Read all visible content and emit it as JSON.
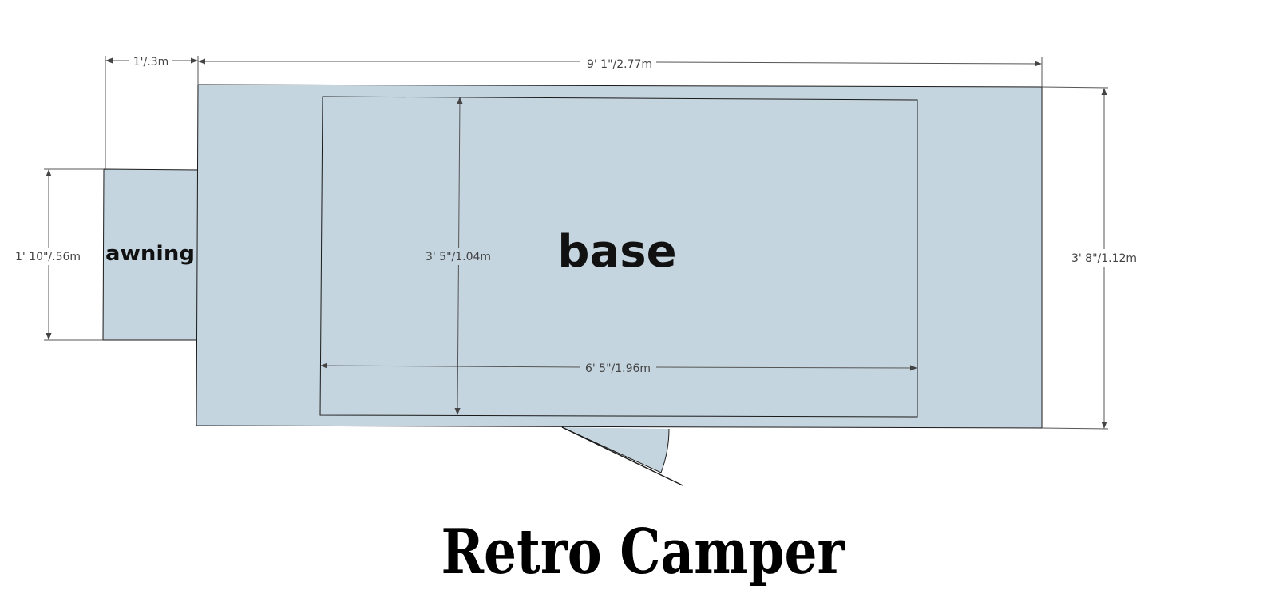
{
  "title": "Retro Camper",
  "labels": {
    "base": "base",
    "awning": "awning"
  },
  "dimensions": {
    "awning_depth": "1'/.3m",
    "overall_length": "9' 1\"/2.77m",
    "awning_width": "1' 10\"/.56m",
    "inner_width": "3' 5\"/1.04m",
    "overall_width": "3' 8\"/1.12m",
    "inner_length": "6' 5\"/1.96m"
  },
  "colors": {
    "fill": "#c5d5e0",
    "stroke": "#1a1a1a",
    "dimension_line": "#555555"
  }
}
